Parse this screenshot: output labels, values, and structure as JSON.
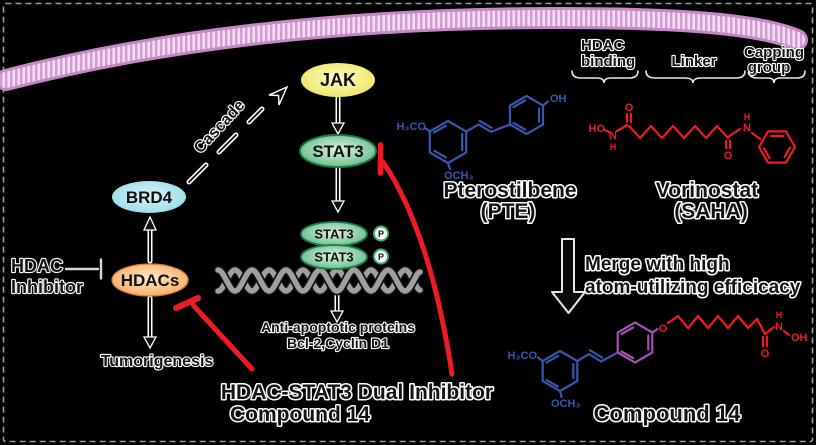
{
  "figure": {
    "background": "#000000",
    "border_color": "#9a9a9a"
  },
  "colors": {
    "red": "#ed1c24",
    "structure_blue": "#3a56aa",
    "capping_purple": "#a351b5",
    "membrane_edge": "#c687c6",
    "membrane_stripe_dark": "#d49ad4",
    "membrane_stripe_light": "#f3ddf3",
    "jak_center": "#fefcd0",
    "jak_edge": "#e9df3e",
    "stat3_center": "#ddf2e1",
    "stat3_edge": "#43ad6f",
    "stat3_border": "#1c7a45",
    "brd4_center": "#dff5f8",
    "brd4_edge": "#82d7e4",
    "hdacs_center": "#fdeac9",
    "hdacs_edge": "#f49a47",
    "hdacs_border": "#c9803a",
    "dna_gray": "#a0a0a0",
    "inhibitor_line_gray": "#d8d8d8"
  },
  "pathway": {
    "jak_label": "JAK",
    "stat3_label": "STAT3",
    "brd4_label": "BRD4",
    "hdacs_label": "HDACs",
    "dimer_top_label": "STAT3",
    "dimer_bottom_label": "STAT3",
    "phospho_top": "P",
    "phospho_bottom": "P",
    "cascade_label": "Cascade",
    "hdac_inhibitor_line1": "HDAC",
    "hdac_inhibitor_line2": "Inhibitor",
    "tumorigenesis_label": "Tumorigenesis",
    "anti_apoptotic_line1": "Anti-apoptotic proteins",
    "anti_apoptotic_line2": "Bcl-2,Cyclin D1",
    "dual_inhibitor_line1": "HDAC-STAT3 Dual Inhibitor",
    "dual_inhibitor_line2": "Compound 14"
  },
  "chemistry": {
    "region_hdac_binding_line1": "HDAC",
    "region_hdac_binding_line2": "binding",
    "region_linker": "Linker",
    "region_capping_line1": "Capping",
    "region_capping_line2": "group",
    "pte_name": "Pterostilbene",
    "pte_abbr": "(PTE)",
    "pte_methoxy_top": "H₃CO",
    "pte_methoxy_bottom": "OCH₃",
    "pte_hydroxyl": "OH",
    "saha_name": "Vorinostat",
    "saha_abbr": "(SAHA)",
    "saha_ho": "HO",
    "saha_n_left": "N",
    "saha_h_left": "H",
    "saha_o_left": "O",
    "saha_o_right": "O",
    "saha_n_right": "N",
    "saha_h_right": "H",
    "merge_line1": "Merge with high",
    "merge_line2": "atom-utilizing efficicacy",
    "c14_name": "Compound 14",
    "c14_methoxy_top": "H₃CO",
    "c14_methoxy_bottom": "OCH₃",
    "c14_o_ether": "O",
    "c14_o_carbonyl": "O",
    "c14_n": "N",
    "c14_h": "H",
    "c14_oh": "OH"
  }
}
